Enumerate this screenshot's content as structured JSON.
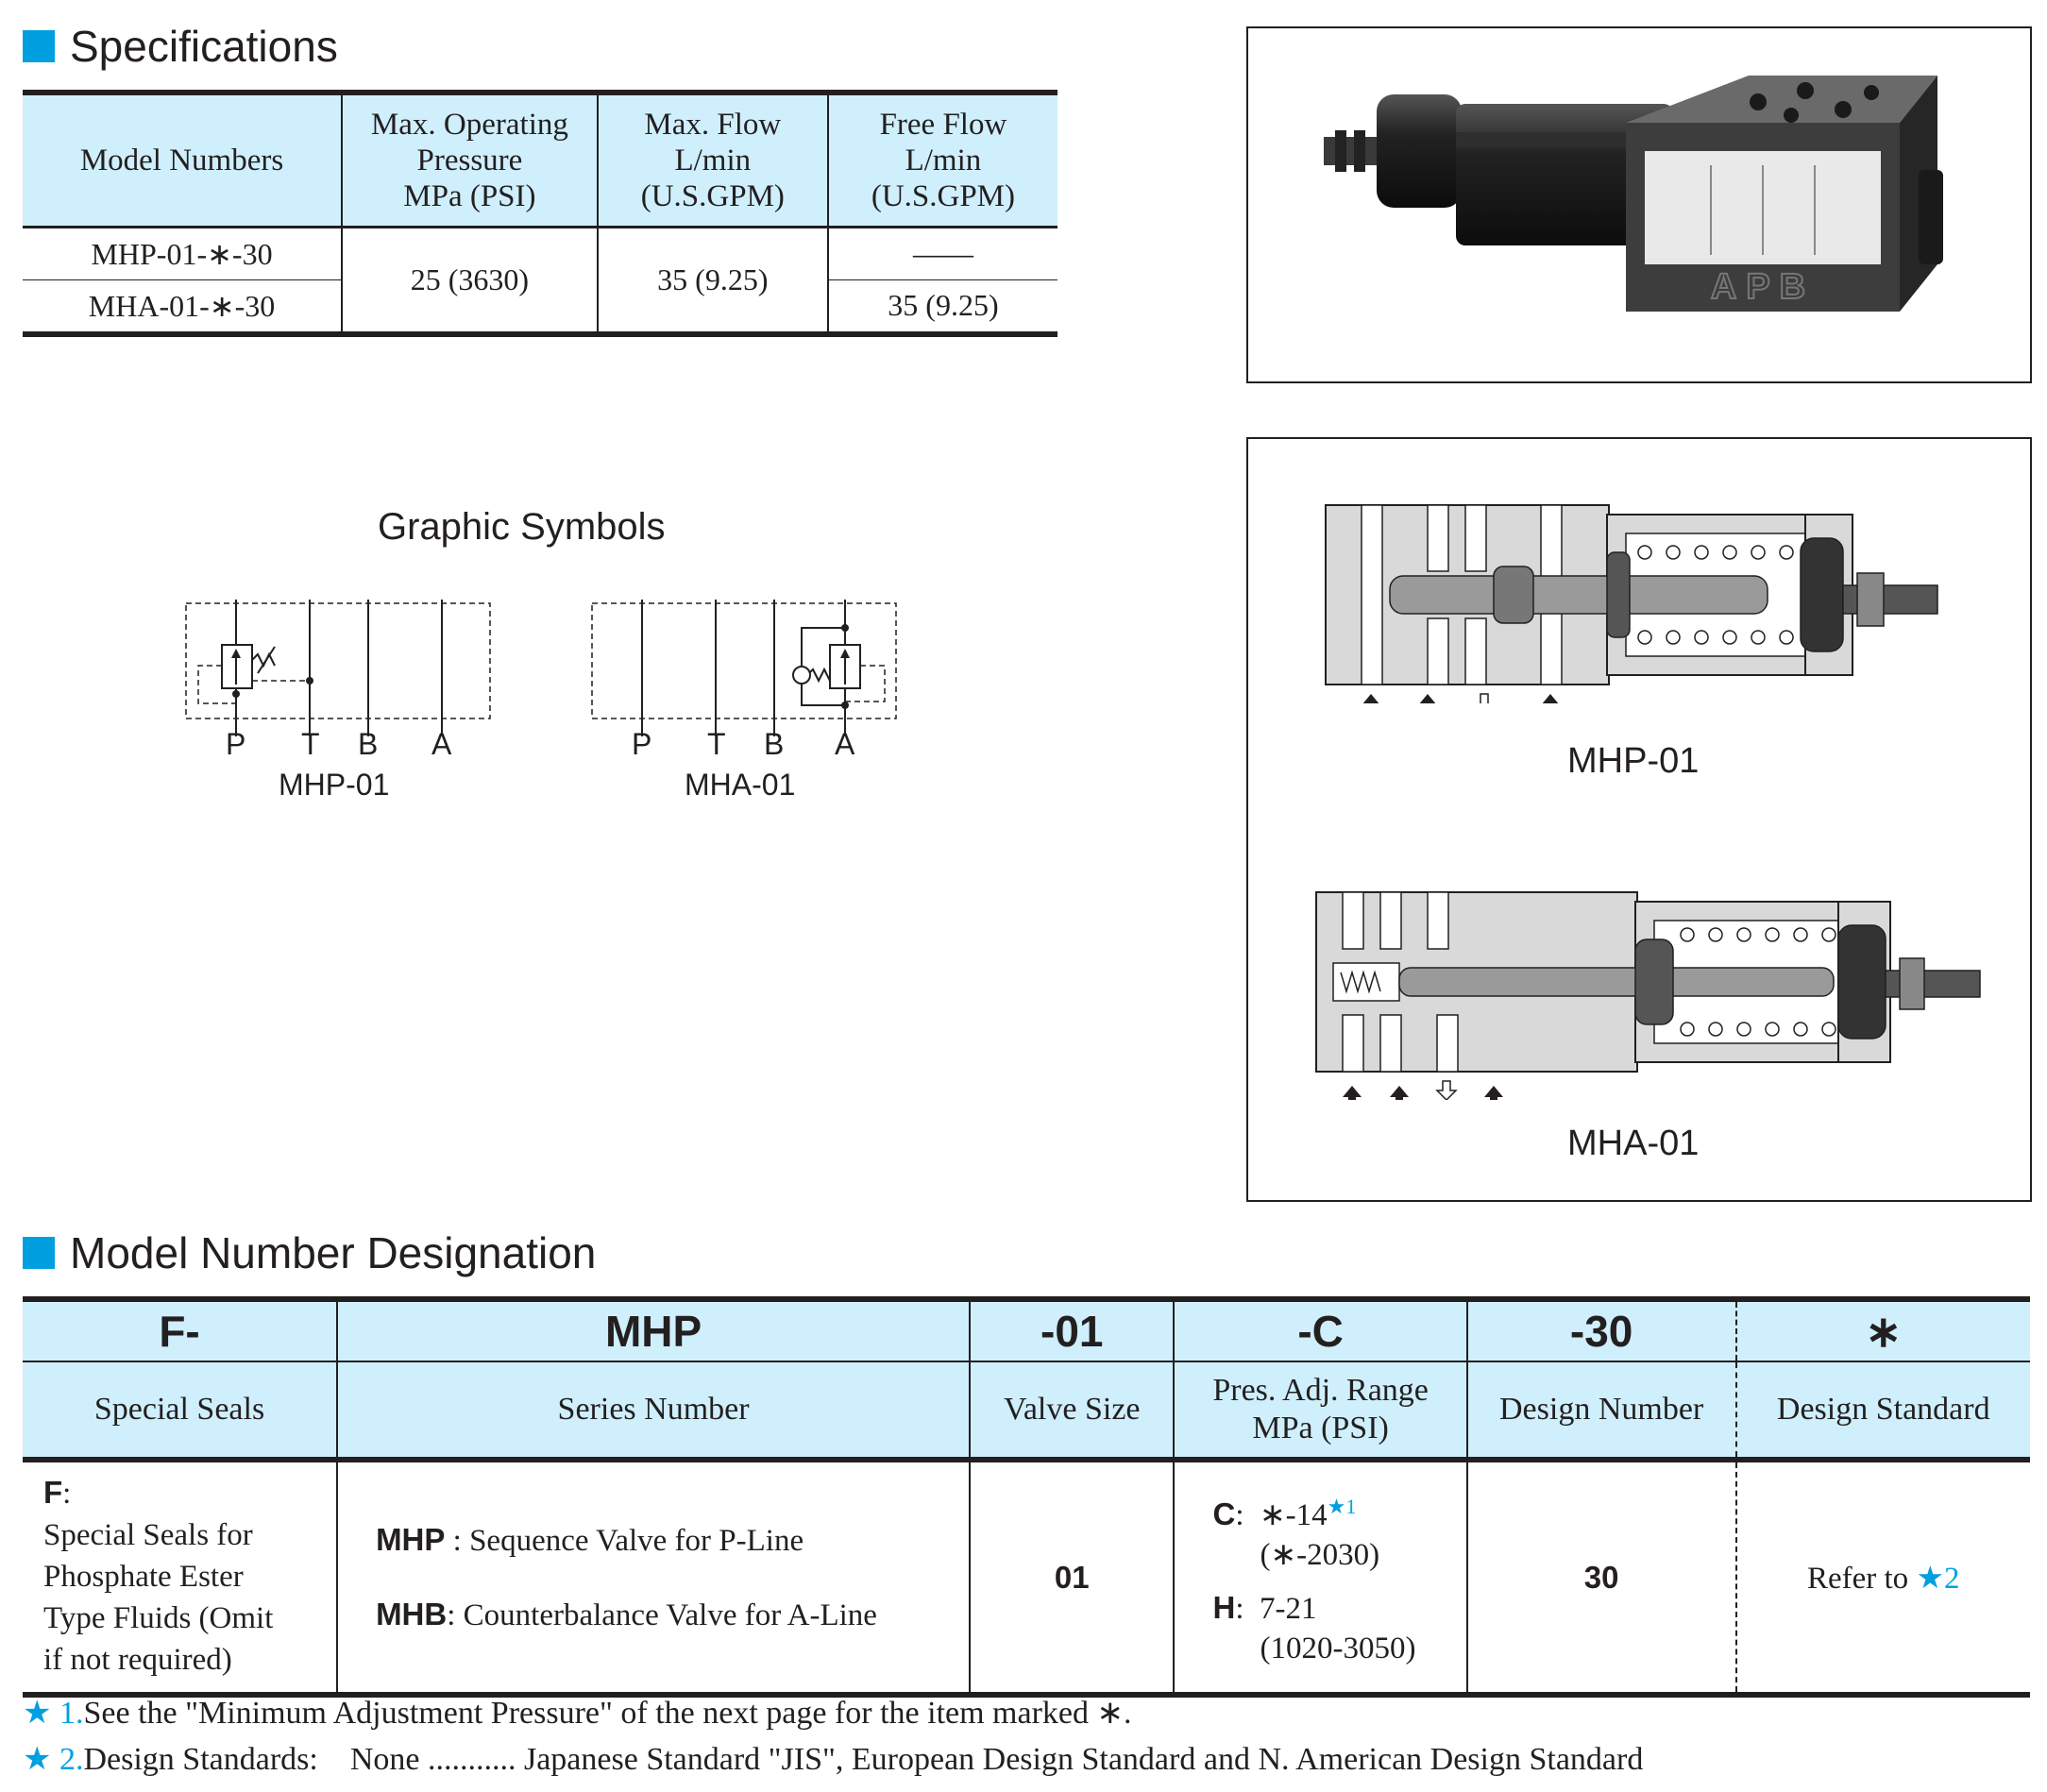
{
  "specifications": {
    "heading": "Specifications",
    "headers": [
      "Model Numbers",
      "Max. Operating Pressure MPa (PSI)",
      "Max. Flow L/min (U.S.GPM)",
      "Free Flow L/min (U.S.GPM)"
    ],
    "header_lines": {
      "pressure": [
        "Max. Operating",
        "Pressure",
        "MPa (PSI)"
      ],
      "max_flow": [
        "Max. Flow",
        "L/min",
        "(U.S.GPM)"
      ],
      "free_flow": [
        "Free Flow",
        "L/min",
        "(U.S.GPM)"
      ]
    },
    "rows": [
      {
        "model": "MHP-01-∗-30",
        "free_flow": "——"
      },
      {
        "model": "MHA-01-∗-30",
        "free_flow": "35 (9.25)"
      }
    ],
    "shared_pressure": "25 (3630)",
    "shared_max_flow": "35 (9.25)"
  },
  "photo": {
    "brand": "APB"
  },
  "graphic_symbols": {
    "title": "Graphic Symbols",
    "ports": [
      "P",
      "T",
      "B",
      "A"
    ],
    "symbols": [
      "MHP-01",
      "MHA-01"
    ]
  },
  "sections": {
    "labels": [
      "MHP-01",
      "MHA-01"
    ]
  },
  "model_designation": {
    "heading": "Model Number Designation",
    "codes": [
      "F-",
      "MHP",
      "-01",
      "-C",
      "-30",
      "∗"
    ],
    "labels": [
      "Special Seals",
      "Series Number",
      "Valve Size",
      "Pres. Adj. Range MPa (PSI)",
      "Design Number",
      "Design Standard"
    ],
    "pres_label_lines": [
      "Pres. Adj. Range",
      "MPa (PSI)"
    ],
    "seals": {
      "code": "F",
      "text_lines": [
        "Special Seals for",
        "Phosphate Ester",
        "Type Fluids (Omit",
        "if not required)"
      ]
    },
    "series": [
      {
        "code": "MHP",
        "desc": "Sequence Valve for P-Line"
      },
      {
        "code": "MHB",
        "desc": "Counterbalance Valve for A-Line"
      }
    ],
    "valve_size": "01",
    "pressure_ranges": [
      {
        "code": "C",
        "range": "∗-14",
        "star": "★1",
        "psi": "(∗-2030)"
      },
      {
        "code": "H",
        "range": "7-21",
        "psi": "(1020-3050)"
      }
    ],
    "design_number": "30",
    "design_standard": {
      "text": "Refer to",
      "star": "★2"
    }
  },
  "notes": [
    {
      "mark": "★ 1.",
      "text": "See the \"Minimum Adjustment Pressure\" of the next page for the item marked ∗."
    },
    {
      "mark": "★ 2.",
      "text": "Design Standards:    None ........... Japanese Standard \"JIS\", European Design Standard and N. American Design Standard"
    }
  ],
  "colors": {
    "accent": "#00a0e0",
    "header_bg": "#cfeffc",
    "ink": "#231f20"
  }
}
